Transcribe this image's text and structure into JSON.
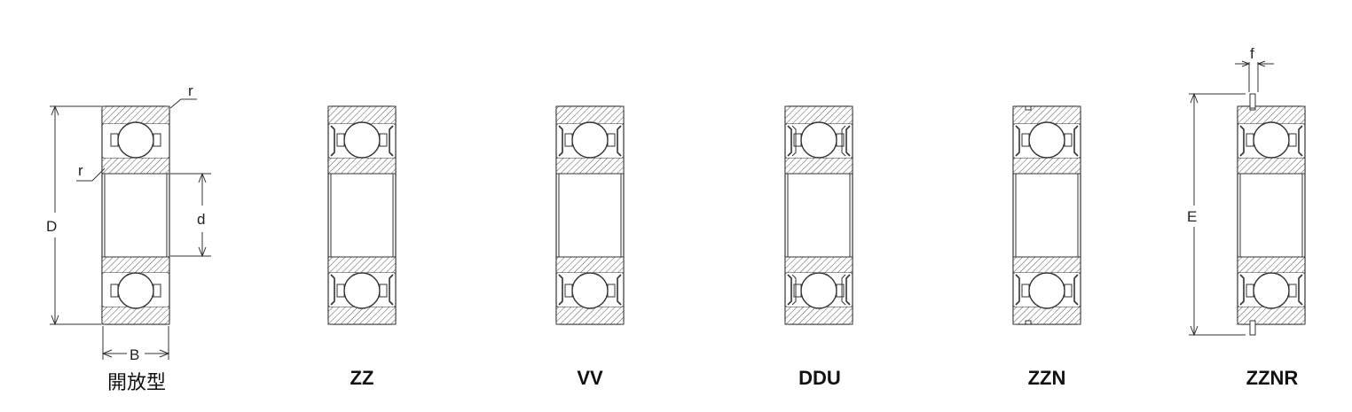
{
  "bearings": [
    {
      "label": "開放型",
      "seal": "open",
      "bold": false
    },
    {
      "label": "ZZ",
      "seal": "shield",
      "bold": true
    },
    {
      "label": "VV",
      "seal": "contact",
      "bold": true
    },
    {
      "label": "DDU",
      "seal": "double-contact",
      "bold": true
    },
    {
      "label": "ZZN",
      "seal": "shield-snap-groove",
      "bold": true
    },
    {
      "label": "ZZNR",
      "seal": "shield-snap-ring",
      "bold": true
    }
  ],
  "dimensions": {
    "outer_diameter": "D",
    "bore": "d",
    "width": "B",
    "fillet": "r",
    "ring_diameter": "E",
    "ring_width": "f"
  },
  "colors": {
    "line": "#333333",
    "hatch": "#666666",
    "background": "#ffffff"
  }
}
